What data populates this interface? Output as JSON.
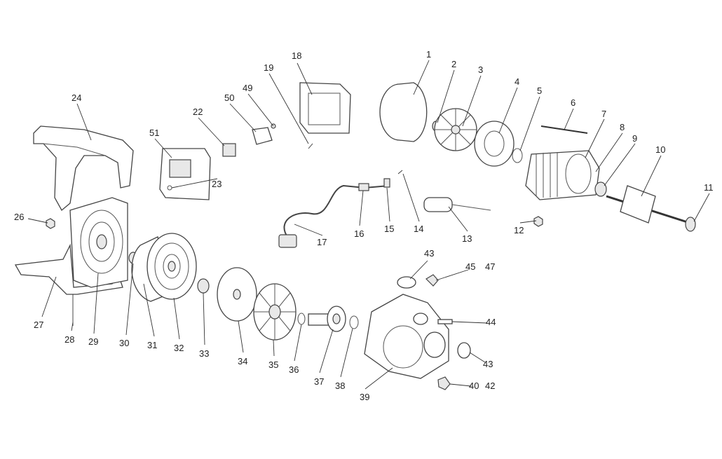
{
  "diagram": {
    "type": "exploded-parts-view",
    "labels": [
      "1",
      "2",
      "3",
      "4",
      "5",
      "6",
      "7",
      "8",
      "9",
      "10",
      "11",
      "12",
      "13",
      "14",
      "15",
      "16",
      "17",
      "18",
      "19",
      "49",
      "50",
      "22",
      "51",
      "23",
      "24",
      "26",
      "27",
      "28",
      "29",
      "30",
      "31",
      "32",
      "33",
      "34",
      "35",
      "36",
      "37",
      "38",
      "39",
      "43",
      "45",
      "47",
      "44",
      "43",
      "40",
      "42"
    ]
  }
}
